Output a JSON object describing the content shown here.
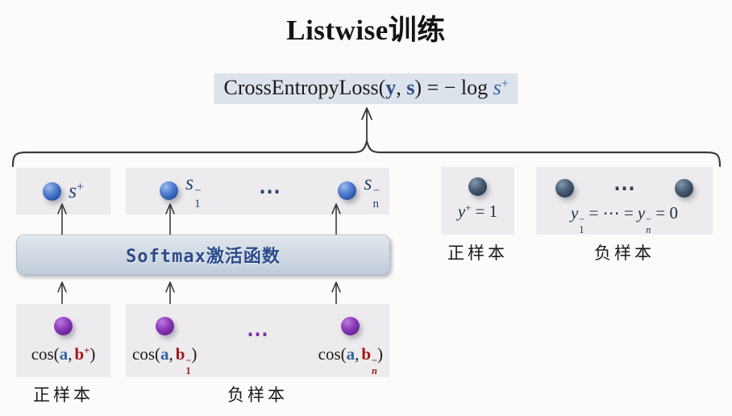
{
  "title": "Listwise训练",
  "formula": {
    "fn_open": "CrossEntropyLoss(",
    "y": "y",
    "sep": ", ",
    "s": "s",
    "close_eq": ") = − log ",
    "result_base": "s",
    "result_sup": "+"
  },
  "score_row": {
    "positive": {
      "base": "s",
      "sup": "+"
    },
    "negative_first": {
      "base": "s",
      "sup": "−",
      "sub": "1"
    },
    "dots": "⋯",
    "negative_last": {
      "base": "s",
      "sup": "−",
      "sub": "n"
    }
  },
  "softmax": {
    "label": "Softmax激活函数"
  },
  "cos_row": {
    "positive": {
      "fn": "cos(",
      "a": "a",
      "sep": ",",
      "b": "b",
      "sup": "+",
      "close": ")"
    },
    "negative_first": {
      "fn": "cos(",
      "a": "a",
      "sep": ",",
      "b": "b",
      "sup": "−",
      "sub": "1",
      "close": ")"
    },
    "dots": "⋯",
    "negative_last": {
      "fn": "cos(",
      "a": "a",
      "sep": ",",
      "b": "b",
      "sup": "−",
      "sub": "n",
      "close": ")"
    }
  },
  "targets": {
    "positive": {
      "base": "y",
      "sup": "+",
      "rest": " = 1"
    },
    "dots": "⋯",
    "negative": {
      "y1_base": "y",
      "y1_sup": "−",
      "y1_sub": "1",
      "mid": " = ⋯ = ",
      "yn_base": "y",
      "yn_sup": "−",
      "yn_sub": "n",
      "rest": " = 0"
    }
  },
  "labels": {
    "cos_positive": "正样本",
    "cos_negative": "负样本",
    "target_positive": "正样本",
    "target_negative": "负样本"
  },
  "colors": {
    "page_bg": "#fcfbfa",
    "box_bg": "#edebee",
    "formula_bg": "#dce3eb",
    "softmax_bg": "#cfd8e2",
    "softmax_text": "#2b4a8b",
    "math_navy": "#24456e",
    "score_blue": "#2e5fa3",
    "vector_a_blue": "#3465a4",
    "vector_b_red": "#a31515",
    "blue_node": "#3d6cc0",
    "purple_node": "#8839b5",
    "dark_node": "#36495f",
    "target_text": "#242e40",
    "line_color": "#3a3a3a"
  }
}
